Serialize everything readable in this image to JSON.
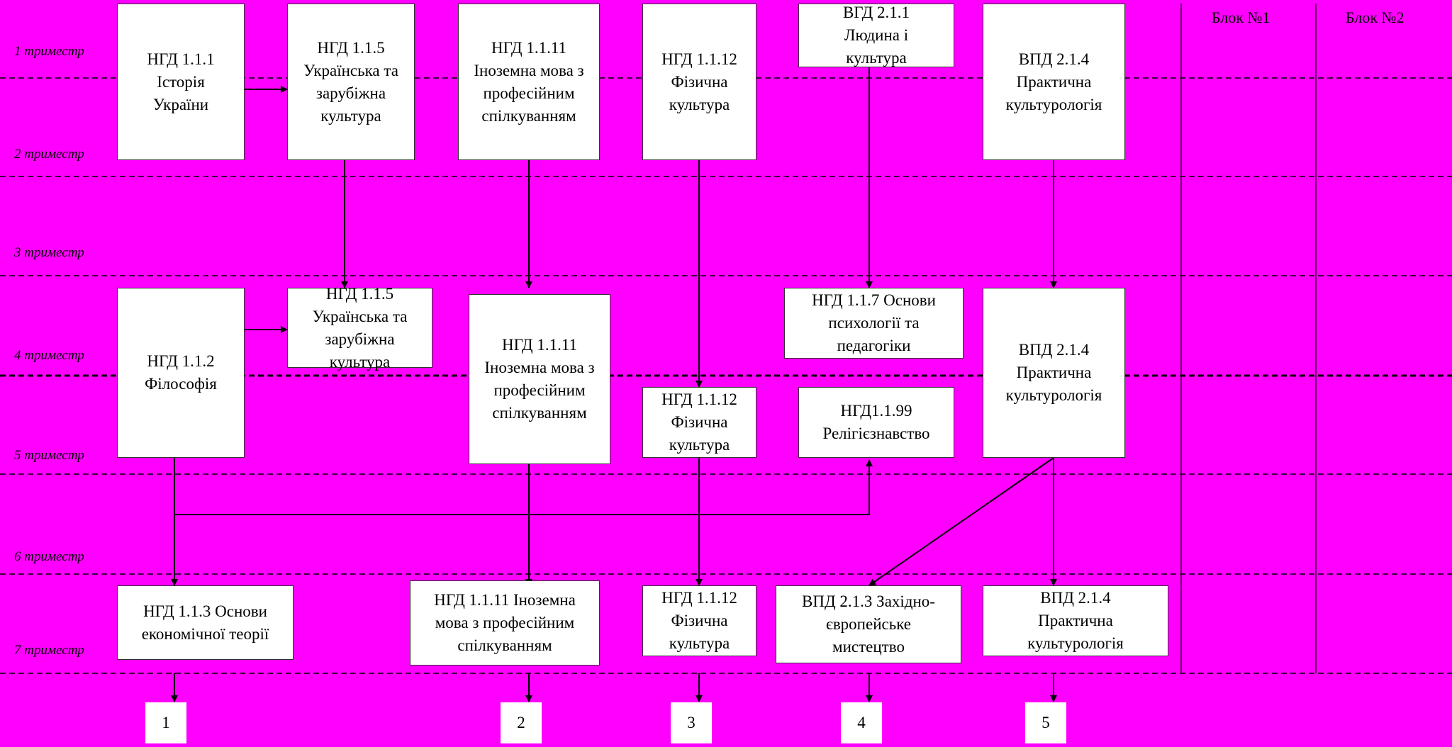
{
  "trimesters": [
    "1 триместр",
    "2 триместр",
    "3 триместр",
    "4 триместр",
    "5 триместр",
    "6 триместр",
    "7 триместр"
  ],
  "blocks": [
    "Блок №1",
    "Блок №2"
  ],
  "boxes": {
    "b1": "НГД 1.1.1\nІсторія\nУкраїни",
    "b2": "НГД 1.1.5\nУкраїнська та\nзарубіжна\nкультура",
    "b3": "НГД 1.1.11\nІноземна мова з\nпрофесійним\nспілкуванням",
    "b4": "НГД 1.1.12\nФізична\nкультура",
    "b5": "ВГД 2.1.1\nЛюдина і\nкультура",
    "b6": "ВПД 2.1.4\nПрактична\nкультурологія",
    "b7": "НГД 1.1.2\nФілософія",
    "b8": "НГД 1.1.5\nУкраїнська та\nзарубіжна\nкультура",
    "b9": "НГД 1.1.11\nІноземна мова з\nпрофесійним\nспілкуванням",
    "b10": "НГД 1.1.7 Основи\nпсихології та\nпедагогіки",
    "b11": "ВПД 2.1.4\nПрактична\nкультурологія",
    "b12": "НГД 1.1.12\nФізична\nкультура",
    "b13": "НГД1.1.99\nРелігієзнавство",
    "b14": "НГД 1.1.3 Основи\nекономічної теорії",
    "b15": "НГД 1.1.11 Іноземна\nмова з професійним\nспілкуванням",
    "b16": "НГД 1.1.12\nФізична\nкультура",
    "b17": "ВПД 2.1.3 Західно-\nєвропейське\nмистецтво",
    "b18": "ВПД 2.1.4\nПрактична\nкультурологія"
  },
  "numbers": [
    "1",
    "2",
    "3",
    "4",
    "5"
  ],
  "colors": {
    "background": "#ff00ff",
    "box": "#ffffff",
    "line": "#000000"
  }
}
